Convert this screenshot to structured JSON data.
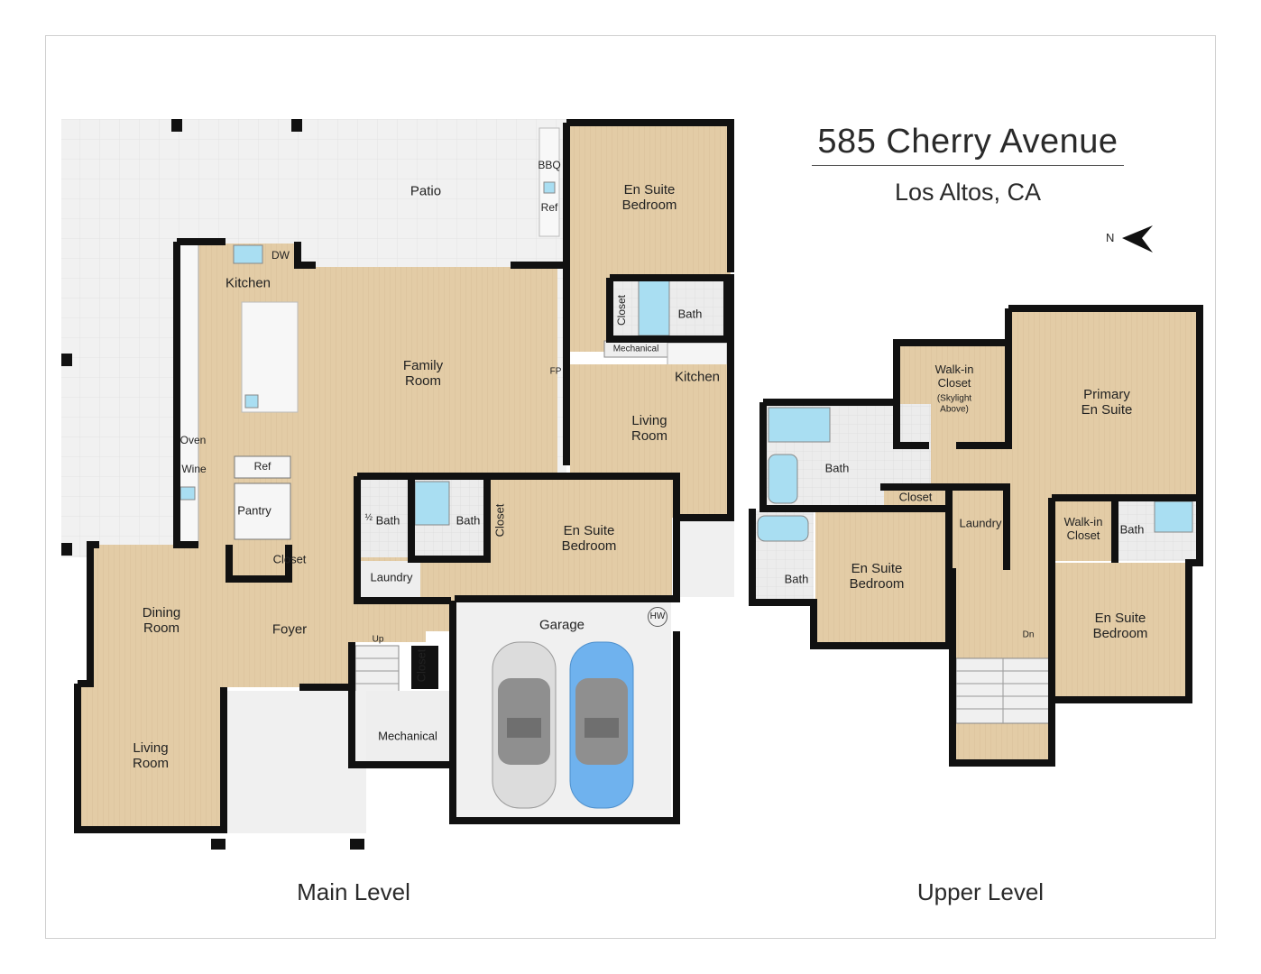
{
  "header": {
    "title": "585 Cherry Avenue",
    "subtitle": "Los Altos, CA",
    "compass_letter": "N"
  },
  "levels": {
    "main": "Main Level",
    "upper": "Upper Level"
  },
  "main_rooms": {
    "patio": "Patio",
    "bbq": "BBQ",
    "patio_ref": "Ref",
    "en_suite_top": "En Suite\nBedroom",
    "kitchen": "Kitchen",
    "dw": "DW",
    "family_room": "Family\nRoom",
    "fp": "FP",
    "closet_adu": "Closet",
    "bath_adu": "Bath",
    "mechanical_adu": "Mechanical",
    "kitchen_adu": "Kitchen",
    "living_adu": "Living\nRoom",
    "oven": "Oven",
    "wine": "Wine",
    "ref": "Ref",
    "pantry": "Pantry",
    "closet_foyer": "Closet",
    "half_bath_prefix": "½",
    "half_bath": "Bath",
    "bath_center": "Bath",
    "closet_center": "Closet",
    "en_suite_center": "En Suite\nBedroom",
    "laundry": "Laundry",
    "dining_room": "Dining\nRoom",
    "foyer": "Foyer",
    "up": "Up",
    "closet_garage": "Closet",
    "garage": "Garage",
    "hw": "HW",
    "mechanical": "Mechanical",
    "living_room": "Living\nRoom"
  },
  "upper_rooms": {
    "walkin_main": "Walk-in\nCloset",
    "skylight": "(Skylight\nAbove)",
    "primary": "Primary\nEn Suite",
    "bath_primary": "Bath",
    "closet": "Closet",
    "laundry": "Laundry",
    "walkin_right": "Walk-in\nCloset",
    "bath_right": "Bath",
    "bath_left": "Bath",
    "en_suite_left": "En Suite\nBedroom",
    "dn": "Dn",
    "en_suite_right": "En Suite\nBedroom"
  },
  "colors": {
    "floor": "#e3cca6",
    "wall": "#111111",
    "bath": "#e9e9e9",
    "patio": "#efefef",
    "garage": "#f0f0f0",
    "fixture": "#a9def2",
    "car_left": "#d9d9d9",
    "car_right": "#6fb2ee"
  }
}
